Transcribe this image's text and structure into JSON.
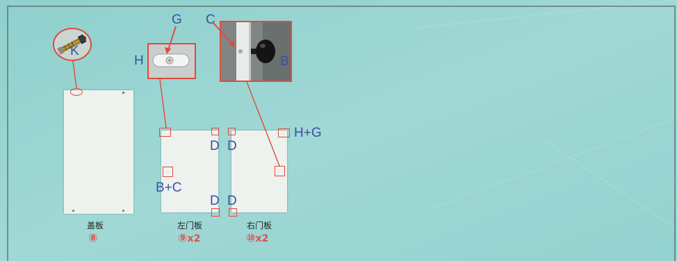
{
  "colors": {
    "background": "#97d4d1",
    "accent_red": "#e2504a",
    "letter_blue": "#3b4fa6",
    "panel": "#eef2ee"
  },
  "labels": {
    "k": "K",
    "g": "G",
    "h": "H",
    "c": "C",
    "b": "B",
    "d": "D",
    "h_plus_g": "H+G",
    "b_plus_c": "B+C"
  },
  "parts": [
    {
      "name": "盖板",
      "number": "⑧",
      "quantity": ""
    },
    {
      "name": "左门板",
      "number": "⑨",
      "quantity": "x2"
    },
    {
      "name": "右门板",
      "number": "⑩",
      "quantity": "x2"
    }
  ]
}
